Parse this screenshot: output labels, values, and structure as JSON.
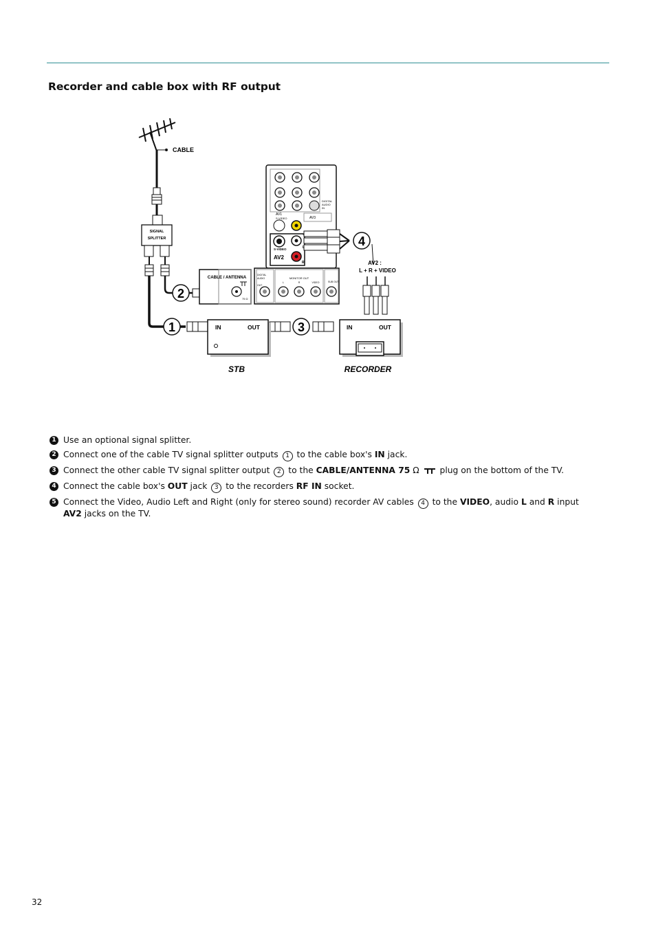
{
  "heading": "Recorder and cable box with RF output",
  "diagram": {
    "cable_label": "CABLE",
    "splitter_label_1": "SIGNAL",
    "splitter_label_2": "SPLITTER",
    "cable_antenna_label": "CABLE / ANTENNA",
    "ohm_label": "75 Ω",
    "av1_label": "AV1",
    "av1_sub": "S-VIDEO",
    "av2_label": "AV2",
    "av3_label": "AV3",
    "svideo_label": "S-VIDEO",
    "video_label": "VIDEO",
    "l_label": "L",
    "r_label": "R",
    "digital_audio_in_1": "DIGITAL",
    "digital_audio_in_2": "AUDIO",
    "digital_audio_in_3": "IN",
    "digital_audio_out_1": "DIGITAL",
    "digital_audio_out_2": "AUDIO",
    "digital_audio_out_3": "OUT",
    "monitor_out_label": "MONITOR OUT",
    "mon_l": "L",
    "mon_r": "R",
    "mon_video": "VIDEO",
    "subout_label": "SUB OUT",
    "av2_note_1": "AV2 :",
    "av2_note_2": "L + R + VIDEO",
    "marker_1": "1",
    "marker_2": "2",
    "marker_3": "3",
    "marker_4": "4",
    "stb_in": "IN",
    "stb_out": "OUT",
    "rec_in": "IN",
    "rec_out": "OUT",
    "stb_label": "STB",
    "recorder_label": "RECORDER"
  },
  "steps": [
    {
      "num": "1",
      "text": "Use an optional signal splitter."
    },
    {
      "num": "2",
      "t1": "Connect one of the cable TV signal splitter outputs",
      "ref": "1",
      "t2": "to the cable box's",
      "bold": "IN",
      "t3": "jack."
    },
    {
      "num": "3",
      "t1": "Connect the other cable TV signal splitter output",
      "ref": "2",
      "t2": "to the",
      "bold": "CABLE/ANTENNA 75",
      "ohm": "Ω",
      "t3": "plug on the bottom of the TV."
    },
    {
      "num": "4",
      "t1": "Connect the cable box's",
      "bold1": "OUT",
      "t2": "jack",
      "ref": "3",
      "t3": "to the recorders",
      "bold2": "RF IN",
      "t4": "socket."
    },
    {
      "num": "5",
      "t1": "Connect the Video,  Audio Left and Right (only for stereo sound) recorder AV cables",
      "ref": "4",
      "t2": "to the",
      "bold1": "VIDEO",
      "t3": ",  audio",
      "bold2": "L",
      "t4": "and",
      "bold3": "R",
      "t5": "input",
      "bold4": "AV2",
      "t6": "jacks on the TV."
    }
  ],
  "page_number": "32",
  "colors": {
    "rule": "#2f8f94",
    "video_jack": "#f2d500",
    "audio_r_jack": "#d51f26"
  }
}
